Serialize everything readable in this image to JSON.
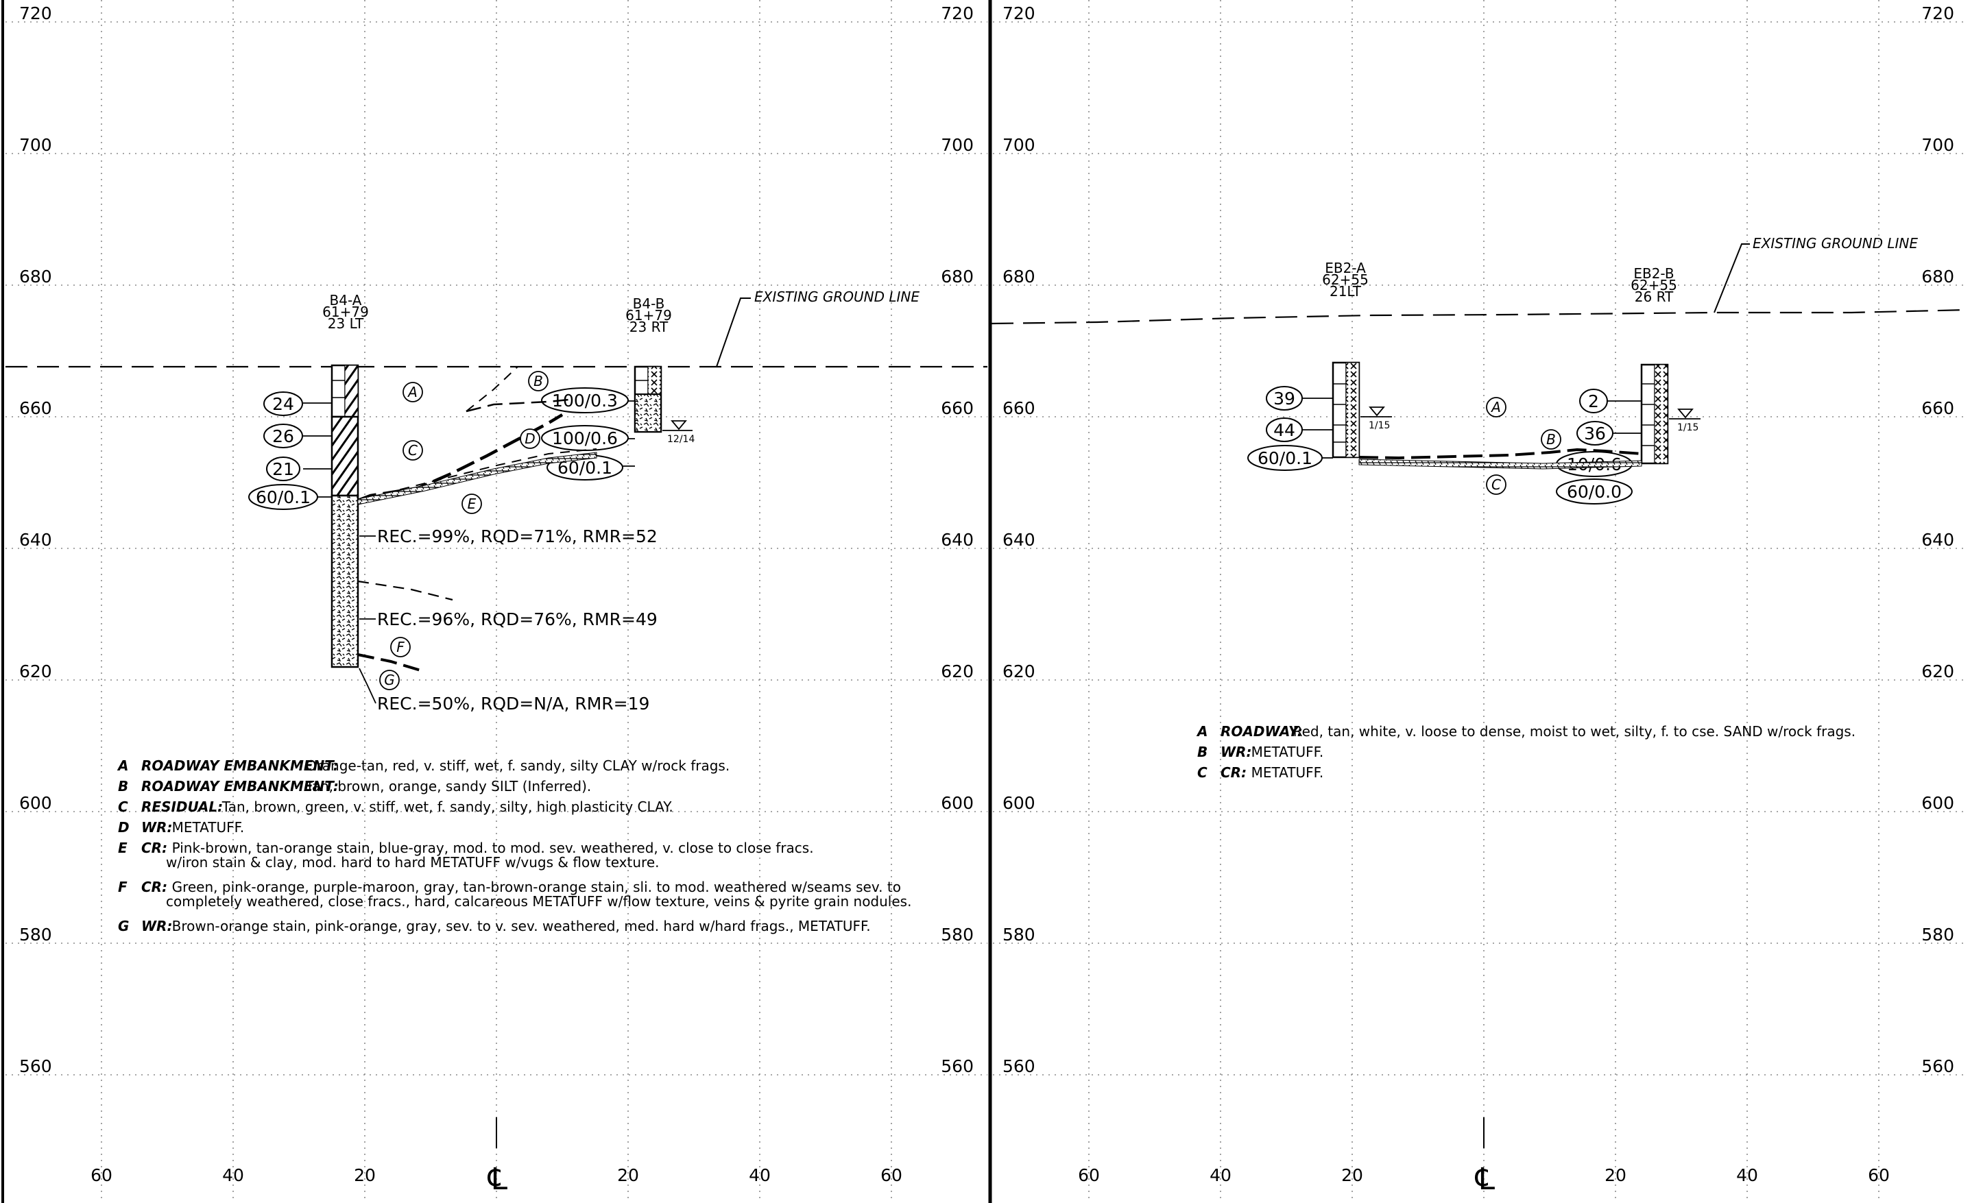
{
  "panels": [
    {
      "elevations": [
        "720",
        "700",
        "680",
        "660",
        "640",
        "620",
        "600",
        "580",
        "560"
      ],
      "offsets": [
        "60",
        "40",
        "20",
        "20",
        "40",
        "60"
      ],
      "centerline": "℄",
      "ground_line_label": "EXISTING GROUND LINE",
      "borings": [
        {
          "name": "B4-A",
          "station": "61+79",
          "offset": "23 LT",
          "blows": [
            "24",
            "26",
            "21",
            "60/0.1"
          ]
        },
        {
          "name": "B4-B",
          "station": "61+79",
          "offset": "23 RT",
          "blows": [
            "100/0.3",
            "100/0.6",
            "60/0.1"
          ],
          "water": "12/14"
        }
      ],
      "zones": [
        "A",
        "B",
        "C",
        "D",
        "E",
        "F",
        "G"
      ],
      "rock_core": [
        "REC.=99%, RQD=71%, RMR=52",
        "REC.=96%, RQD=76%, RMR=49",
        "REC.=50%, RQD=N/A, RMR=19"
      ],
      "legend": [
        {
          "key": "A",
          "label": "ROADWAY EMBANKMENT:",
          "text": "Orange-tan, red, v. stiff, wet, f. sandy, silty CLAY w/rock frags."
        },
        {
          "key": "B",
          "label": "ROADWAY EMBANKMENT:",
          "text": "Tan, brown, orange, sandy SILT (Inferred)."
        },
        {
          "key": "C",
          "label": "RESIDUAL:",
          "text": "Tan, brown, green, v. stiff, wet, f. sandy, silty, high plasticity CLAY."
        },
        {
          "key": "D",
          "label": "WR:",
          "text": "METATUFF."
        },
        {
          "key": "E",
          "label": "CR:",
          "text": "Pink-brown, tan-orange stain, blue-gray, mod. to mod. sev. weathered, v. close to close fracs.",
          "text2": "w/iron stain & clay, mod. hard to hard METATUFF w/vugs & flow texture."
        },
        {
          "key": "F",
          "label": "CR:",
          "text": "Green, pink-orange, purple-maroon, gray, tan-brown-orange stain, sli. to mod. weathered  w/seams sev. to",
          "text2": "completely weathered, close fracs., hard, calcareous METATUFF w/flow texture, veins & pyrite grain nodules."
        },
        {
          "key": "G",
          "label": "WR:",
          "text": "Brown-orange stain, pink-orange, gray, sev. to v. sev. weathered, med. hard w/hard frags., METATUFF."
        }
      ]
    },
    {
      "elevations": [
        "720",
        "700",
        "680",
        "660",
        "640",
        "620",
        "600",
        "580",
        "560"
      ],
      "offsets": [
        "60",
        "40",
        "20",
        "20",
        "40",
        "60"
      ],
      "centerline": "℄",
      "ground_line_label": "EXISTING GROUND LINE",
      "borings": [
        {
          "name": "EB2-A",
          "station": "62+55",
          "offset": "21LT",
          "blows": [
            "39",
            "44",
            "60/0.1"
          ],
          "water": "1/15"
        },
        {
          "name": "EB2-B",
          "station": "62+55",
          "offset": "26 RT",
          "blows": [
            "2",
            "36",
            "10/0.6",
            "60/0.0"
          ],
          "water": "1/15"
        }
      ],
      "zones": [
        "A",
        "B",
        "C"
      ],
      "legend": [
        {
          "key": "A",
          "label": "ROADWAY:",
          "text": "Red, tan, white, v. loose to dense, moist to wet, silty, f. to cse. SAND w/rock frags."
        },
        {
          "key": "B",
          "label": "WR:",
          "text": "METATUFF."
        },
        {
          "key": "C",
          "label": "CR:",
          "text": "METATUFF."
        }
      ]
    }
  ]
}
